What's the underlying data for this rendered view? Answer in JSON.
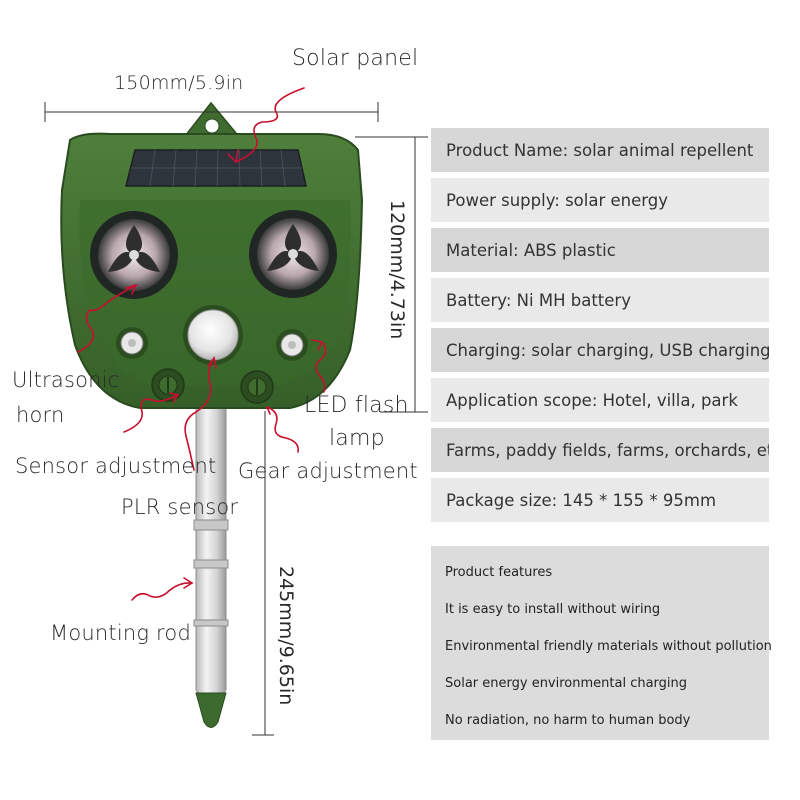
{
  "labels": {
    "solar_panel": "Solar panel",
    "width_dim": "150mm/5.9in",
    "height_dim": "120mm/4.73in",
    "rod_dim": "245mm/9.65in",
    "ultrasonic_line1": "Ultrasonic",
    "ultrasonic_line2": "horn",
    "led_line1": "LED flash",
    "led_line2": "lamp",
    "sensor_adjustment": "Sensor adjustment",
    "gear_adjustment": "Gear adjustment",
    "plr_sensor": "PLR sensor",
    "mounting_rod": "Mounting rod"
  },
  "specs": [
    "Product Name: solar animal repellent",
    "Power supply: solar energy",
    "Material: ABS plastic",
    "Battery: Ni MH battery",
    "Charging: solar charging, USB charging",
    "Application scope: Hotel, villa, park",
    "Farms, paddy fields, farms, orchards, etc",
    "Package size: 145 * 155 * 95mm"
  ],
  "features": {
    "title": "Product features",
    "items": [
      "It is easy to install without wiring",
      "Environmental friendly materials without pollution",
      "Solar energy environmental charging",
      "No radiation, no harm to human body"
    ]
  },
  "colors": {
    "housing": "#3f6b2f",
    "housing_dark": "#2c4d20",
    "annotation": "#c8102e",
    "spec_dark": "#d7d7d7",
    "spec_light": "#e9e9e9"
  }
}
